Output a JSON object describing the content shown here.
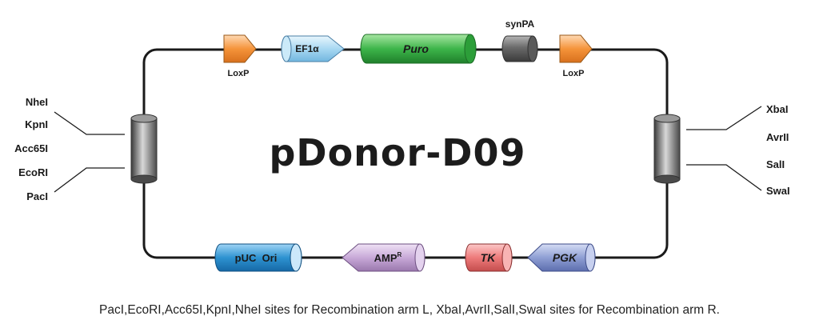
{
  "plasmid_name": "pDonor-D09",
  "caption": "PacI,EcoRI,Acc65I,KpnI,NheI sites for Recombination arm L, XbaI,AvrII,SalI,SwaI sites for Recombination arm R.",
  "top_elements": {
    "loxp_left": "LoxP",
    "ef1a": "EF1α",
    "puro": "Puro",
    "synpa": "synPA",
    "loxp_right": "LoxP"
  },
  "bottom_elements": {
    "puc_ori": "pUC  Ori",
    "amp": "AMP",
    "amp_superscript": "R",
    "tk": "TK",
    "pgk": "PGK"
  },
  "left_sites": [
    "NheI",
    "KpnI",
    "Acc65I",
    "EcoRI",
    "PacI"
  ],
  "right_sites": [
    "XbaI",
    "AvrII",
    "SalI",
    "SwaI"
  ],
  "colors": {
    "loxp": "#f5943a",
    "ef1a": "#a8d8f2",
    "puro": "#3db54a",
    "synpa": "#707070",
    "cylinder_gray": "#8a8a8a",
    "puc_ori": "#2e93d1",
    "amp": "#c8a9d8",
    "tk": "#ee7b7b",
    "pgk": "#8f9fd4",
    "line": "#1a1a1a"
  }
}
